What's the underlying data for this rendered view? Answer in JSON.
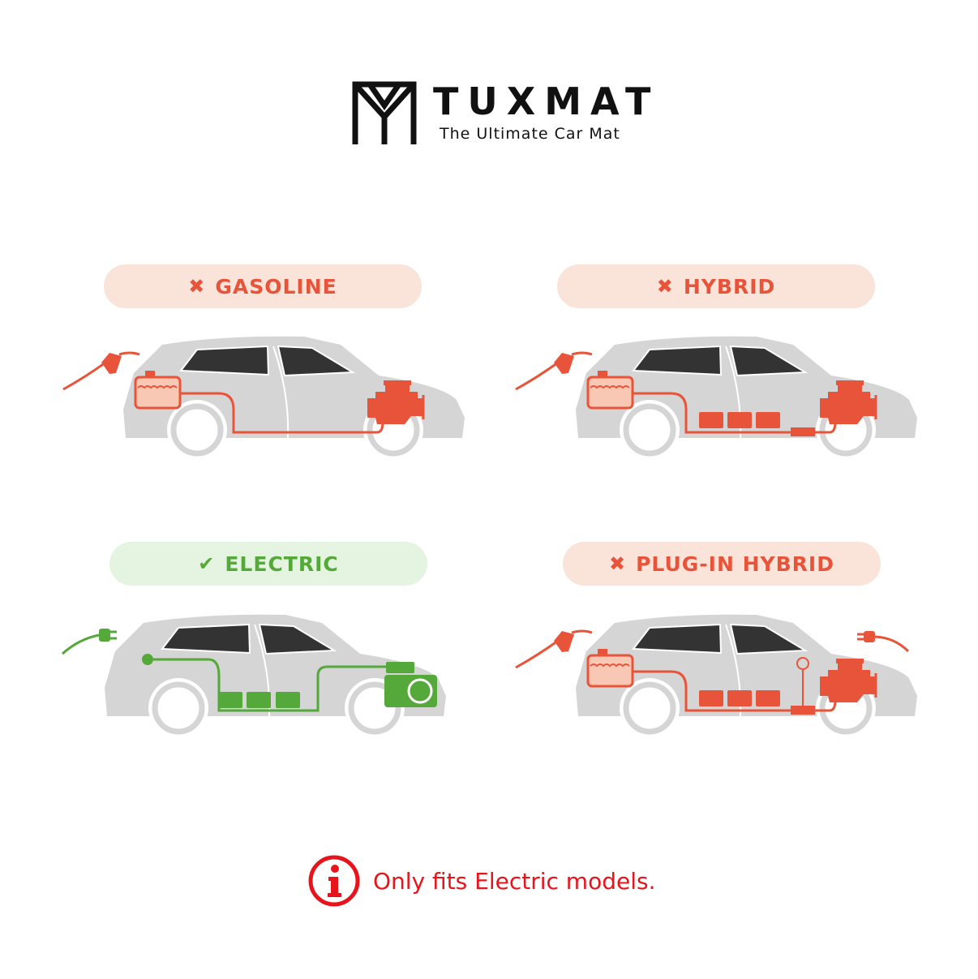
{
  "logo": {
    "brand": "TUXMAT",
    "tagline": "The Ultimate Car Mat"
  },
  "colors": {
    "red": "#e8543a",
    "green": "#55a83a",
    "car": "#d4d5d4",
    "window": "#333333",
    "note": "#e8141b"
  },
  "panels": [
    {
      "label": "GASOLINE",
      "status": "not-compatible",
      "status_icon": "x-icon",
      "variant": "gasoline"
    },
    {
      "label": "HYBRID",
      "status": "not-compatible",
      "status_icon": "x-icon",
      "variant": "hybrid"
    },
    {
      "label": "ELECTRIC",
      "status": "compatible",
      "status_icon": "check-icon",
      "variant": "electric"
    },
    {
      "label": "PLUG-IN HYBRID",
      "status": "not-compatible",
      "status_icon": "x-icon",
      "variant": "plugin"
    }
  ],
  "footer": {
    "note": "Only fits Electric models.",
    "icon": "info-icon"
  }
}
